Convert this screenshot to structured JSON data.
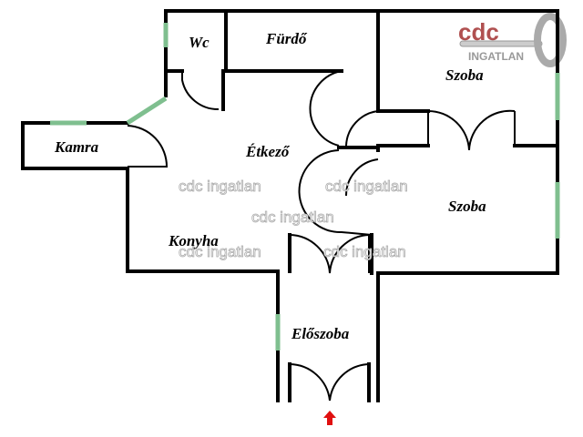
{
  "rooms": {
    "wc": "Wc",
    "furdo": "Fürdő",
    "szoba1": "Szoba",
    "kamra": "Kamra",
    "etkezo": "Étkező",
    "szoba2": "Szoba",
    "konyha": "Konyha",
    "eloszoba": "Előszoba"
  },
  "watermark": "cdc ingatlan",
  "logo": {
    "brand": "cdc",
    "sub": "INGATLAN"
  },
  "colors": {
    "wall": "#000000",
    "window": "#7fbf8f",
    "arrow": "#e01010",
    "logo": "#b05050"
  }
}
